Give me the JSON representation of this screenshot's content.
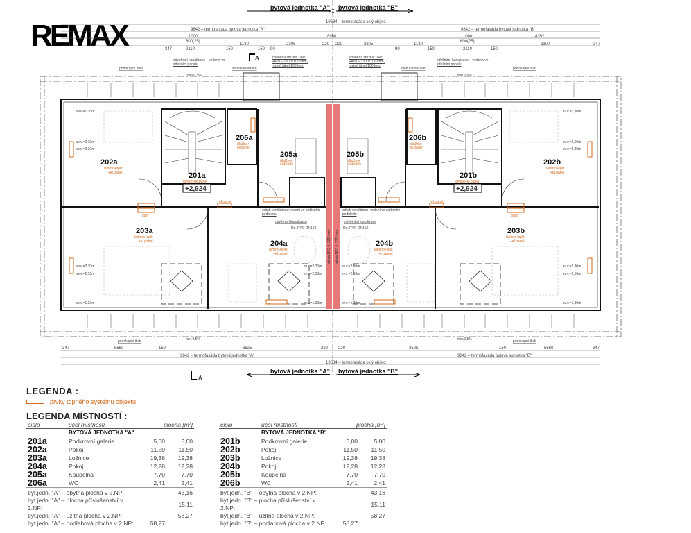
{
  "logo": "RE/MAX",
  "header": {
    "unit_a": "bytová jednotka \"A\"",
    "unit_b": "bytová jednotka \"B\"",
    "total_facade": "19684 – termofasáda celý objekt",
    "facade_a": "9842 – termofasáda bytová jednotka \"A\"",
    "facade_b": "9842 – termofasáda bytová jednotka \"B\"",
    "dims_top": [
      "347",
      "2110",
      "150",
      "1130",
      "150",
      "90",
      "2305",
      "220",
      "220",
      "2305",
      "90",
      "1130",
      "150",
      "2110",
      "150",
      "3300",
      "347"
    ],
    "dim_8950": "8950",
    "dim_4352": "4352",
    "dim_1000": "1000",
    "dim_600": "600(25)",
    "section_mark": "A"
  },
  "notes": {
    "gutter": "podokapní žlab",
    "slope": "min.0,5%",
    "sewer_removal": "odvětrání kanalizace – vedeno ve střešním panelu",
    "sewer_drop": "svod kanalizace",
    "skylight": "skleněná střížka \"JAP\" RAIN – 1300x1000mm, rozteč táhel 1000mm",
    "vent": "odtah ventilátoru+vedení ve snížením podhledu",
    "sewer_vent": "odvětrání kanalizace",
    "pipe": "Rn. PVC DN150",
    "wall": "stěna DP2 tl. 220 mm",
    "height_130": "sv.v.=1,30m",
    "height_210": "sv.v.=2,10m",
    "height_230": "sv.v.=2,30m",
    "split": "split",
    "elpanel": "el.panel"
  },
  "plan": {
    "rooms": {
      "r201a": {
        "id": "201a",
        "finish": "lamino+el.panel",
        "level": "+2,924"
      },
      "r202a": {
        "id": "202a",
        "finish": "lamino+split",
        "finish2": "+el.panel"
      },
      "r203a": {
        "id": "203a",
        "finish": "lamino+split",
        "finish2": "+el.panel"
      },
      "r204a": {
        "id": "204a",
        "finish": "lamino+split",
        "finish2": "+el.panel"
      },
      "r205a": {
        "id": "205a",
        "finish": "dlažba+",
        "finish2": "el.žebřík"
      },
      "r206a": {
        "id": "206a",
        "finish": "dlažba+",
        "finish2": "el.panel"
      },
      "r201b": {
        "id": "201b",
        "finish": "lamino+el.panel",
        "level": "+2,924"
      },
      "r202b": {
        "id": "202b",
        "finish": "lamino+split",
        "finish2": "+el.panel"
      },
      "r203b": {
        "id": "203b",
        "finish": "lamino+split",
        "finish2": "+el.panel"
      },
      "r204b": {
        "id": "204b",
        "finish": "lamino+split",
        "finish2": "+el.panel"
      },
      "r205b": {
        "id": "205b",
        "finish": "dlažba+",
        "finish2": "el.žebřík"
      },
      "r206b": {
        "id": "206b",
        "finish": "dlažba+",
        "finish2": "el.panel"
      }
    }
  },
  "footer": {
    "dims_bottom": [
      "347",
      "5560",
      "150",
      "3525",
      "220",
      "220",
      "3525",
      "150",
      "5560",
      "347"
    ]
  },
  "legend": {
    "title": "LEGENDA :",
    "heating": "prvky topného systému objektu",
    "rooms_title": "LEGENDA MÍSTNOSTÍ :",
    "col_number": "číslo",
    "col_purpose": "účel místnosti",
    "col_area": "plocha [m²]",
    "colors": {
      "heating": "#d2691e",
      "wall": "#e8777a"
    },
    "unit_a": {
      "title": "BYTOVÁ JEDNOTKA \"A\"",
      "rows": [
        {
          "id": "201a",
          "name": "Podkrovní galerie",
          "a1": "5,00",
          "a2": "5,00"
        },
        {
          "id": "202a",
          "name": "Pokoj",
          "a1": "11,50",
          "a2": "11,50"
        },
        {
          "id": "203a",
          "name": "Ložnice",
          "a1": "19,38",
          "a2": "19,38"
        },
        {
          "id": "204a",
          "name": "Pokoj",
          "a1": "12,28",
          "a2": "12,28"
        },
        {
          "id": "205a",
          "name": "Koupelna",
          "a1": "7,70",
          "a2": "7,70"
        },
        {
          "id": "206a",
          "name": "WC",
          "a1": "2,41",
          "a2": "2,41"
        }
      ],
      "sums": [
        {
          "label": "byt.jedn. \"A\" – obytná plocha v 2.NP:",
          "a1": "",
          "a2": "43,16"
        },
        {
          "label": "byt.jedn. \"A\" – plocha příslušenství v 2.NP:",
          "a1": "",
          "a2": "15,11"
        },
        {
          "label": "byt.jedn. \"A\" – užitná plocha v 2.NP:",
          "a1": "",
          "a2": "58,27"
        },
        {
          "label": "byt.jedn. \"A\" – podlahová plocha v 2.NP:",
          "a1": "58,27",
          "a2": ""
        }
      ]
    },
    "unit_b": {
      "title": "BYTOVÁ JEDNOTKA \"B\"",
      "rows": [
        {
          "id": "201b",
          "name": "Podkrovní galerie",
          "a1": "5,00",
          "a2": "5,00"
        },
        {
          "id": "202b",
          "name": "Pokoj",
          "a1": "11,50",
          "a2": "11,50"
        },
        {
          "id": "203b",
          "name": "Ložnice",
          "a1": "19,38",
          "a2": "19,38"
        },
        {
          "id": "204b",
          "name": "Pokoj",
          "a1": "12,28",
          "a2": "12,28"
        },
        {
          "id": "205b",
          "name": "Koupelna",
          "a1": "7,70",
          "a2": "7,70"
        },
        {
          "id": "206b",
          "name": "WC",
          "a1": "2,41",
          "a2": "2,41"
        }
      ],
      "sums": [
        {
          "label": "byt.jedn. \"B\" – obytná plocha v 2.NP:",
          "a1": "",
          "a2": "43,16"
        },
        {
          "label": "byt.jedn. \"B\" – plocha příslušenství v 2.NP:",
          "a1": "",
          "a2": "15,11"
        },
        {
          "label": "byt.jedn. \"B\" – užitná plocha v 2.NP:",
          "a1": "",
          "a2": "58,27"
        },
        {
          "label": "byt.jedn. \"B\" – podlahová plocha v 2.NP:",
          "a1": "58,27",
          "a2": ""
        }
      ]
    }
  }
}
